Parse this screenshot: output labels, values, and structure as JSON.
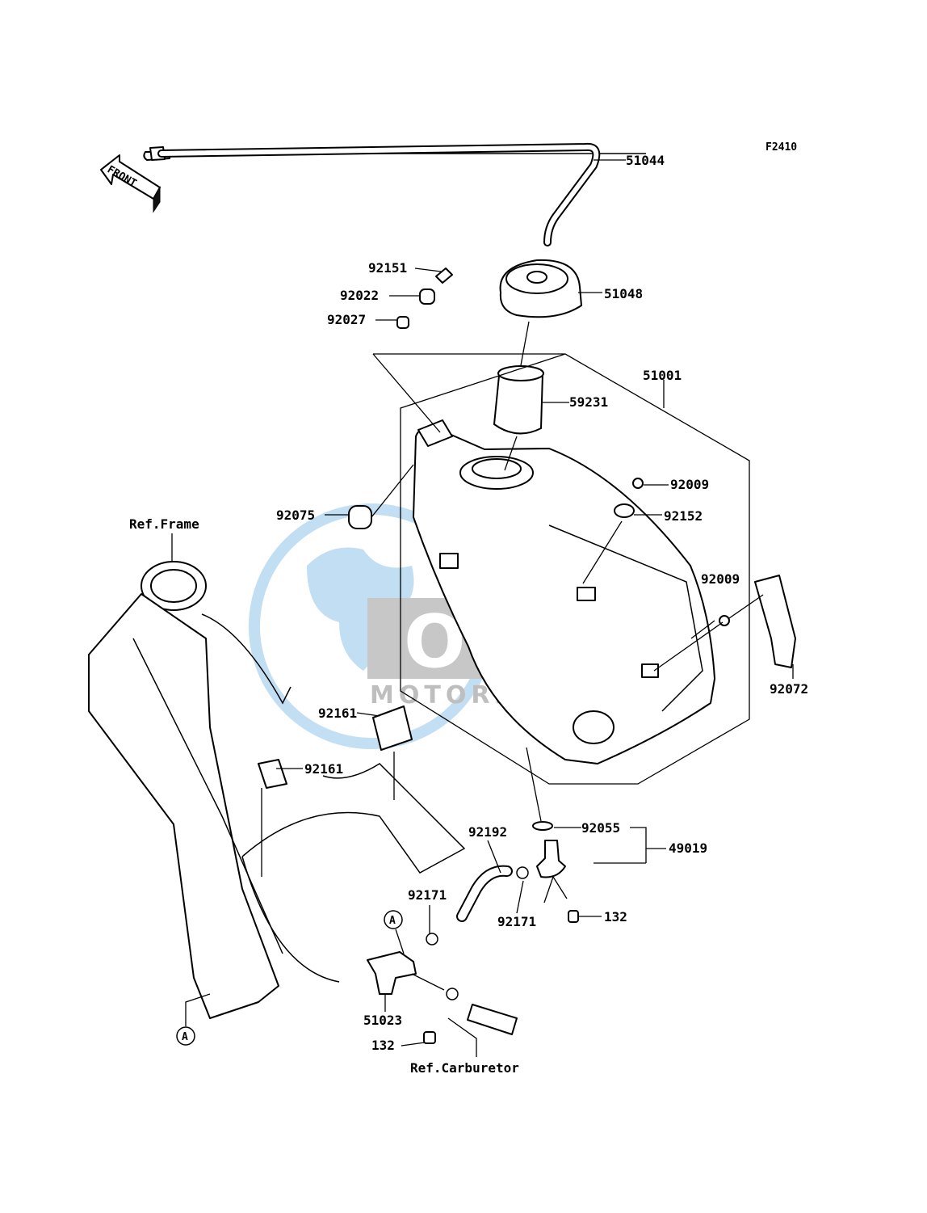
{
  "figure_code": "F2410",
  "front_label": "FRONT",
  "watermark": {
    "brand": "OEM",
    "sub": "MOTORPARTS",
    "colors": {
      "globe": "#8fc4ea",
      "text": "#6b6b6b"
    }
  },
  "refs": {
    "frame": "Ref.Frame",
    "carburetor": "Ref.Carburetor",
    "marker": "A"
  },
  "part_labels": {
    "p51044": "51044",
    "p92151": "92151",
    "p92022": "92022",
    "p51048": "51048",
    "p92027": "92027",
    "p51001": "51001",
    "p59231": "59231",
    "p92009a": "92009",
    "p92075": "92075",
    "p92152": "92152",
    "p92009b": "92009",
    "p92072": "92072",
    "p92161a": "92161",
    "p92161b": "92161",
    "p92055": "92055",
    "p92192": "92192",
    "p49019": "49019",
    "p92171a": "92171",
    "p92171b": "92171",
    "p132a": "132",
    "p51023": "51023",
    "p132b": "132"
  }
}
